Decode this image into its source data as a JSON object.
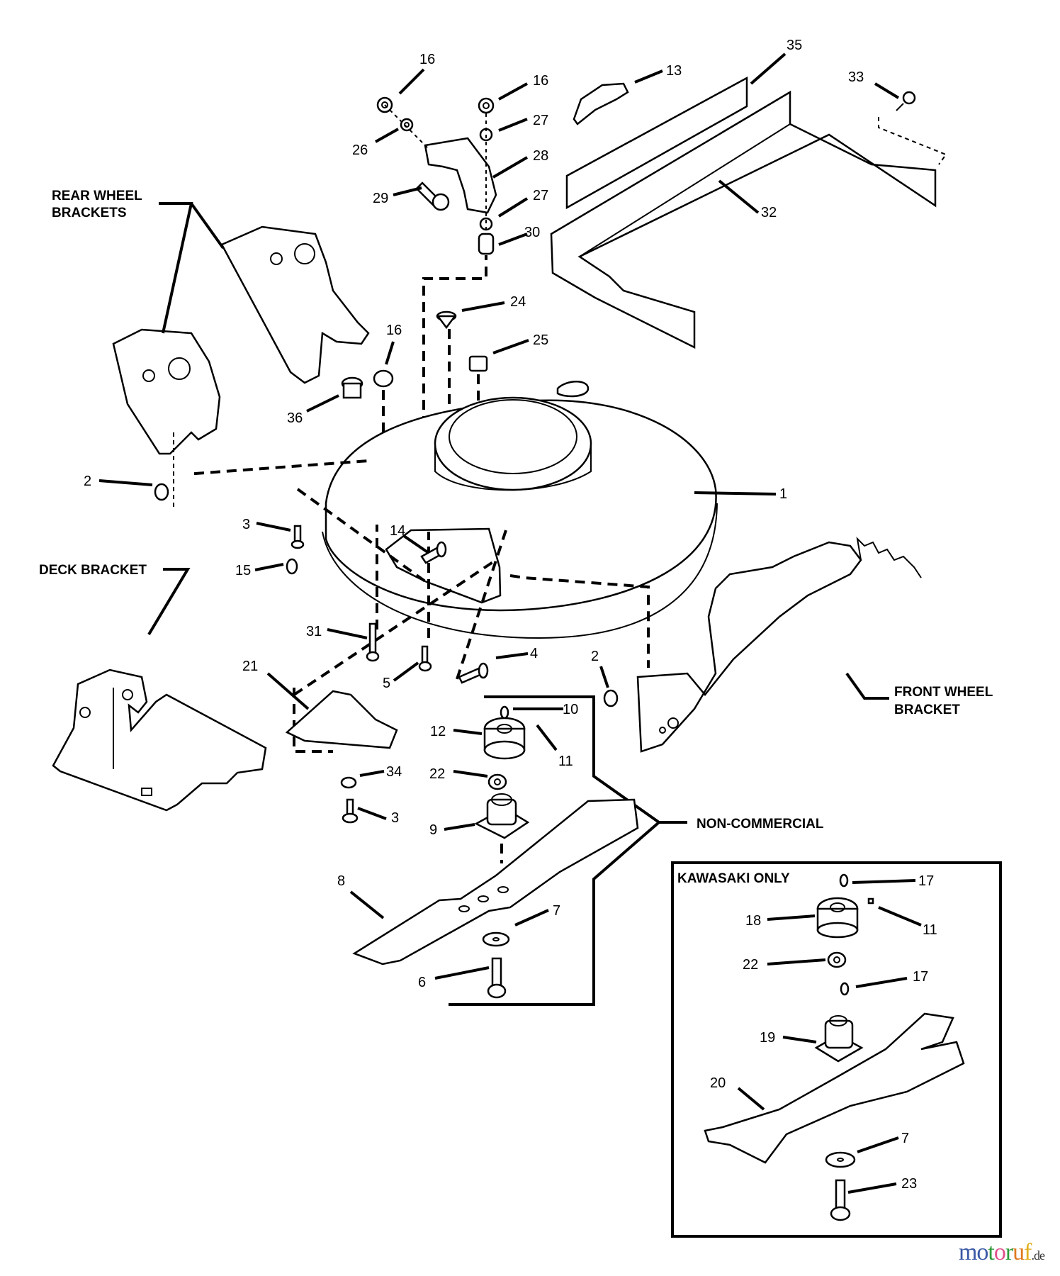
{
  "diagram": {
    "title": "Mower deck exploded parts diagram",
    "callouts": {
      "rear_wheel_brackets": [
        "REAR WHEEL",
        "BRACKETS"
      ],
      "deck_bracket": "DECK BRACKET",
      "front_wheel_bracket": [
        "FRONT WHEEL",
        "BRACKET"
      ],
      "non_commercial": "NON-COMMERCIAL",
      "kawasaki_only": "KAWASAKI ONLY"
    },
    "part_numbers": {
      "p16a": "16",
      "p26": "26",
      "p29": "29",
      "p16b": "16",
      "p27a": "27",
      "p28": "28",
      "p27b": "27",
      "p30": "30",
      "p13": "13",
      "p35": "35",
      "p33": "33",
      "p32": "32",
      "p24": "24",
      "p25": "25",
      "p16c": "16",
      "p36": "36",
      "p1": "1",
      "p2a": "2",
      "p3a": "3",
      "p15": "15",
      "p14": "14",
      "p31": "31",
      "p5": "5",
      "p4": "4",
      "p2b": "2",
      "p21": "21",
      "p10": "10",
      "p12": "12",
      "p11a": "11",
      "p22a": "22",
      "p34": "34",
      "p3b": "3",
      "p9": "9",
      "p8": "8",
      "p7a": "7",
      "p6": "6",
      "p17a": "17",
      "p18": "18",
      "p11b": "11",
      "p22b": "22",
      "p17b": "17",
      "p19": "19",
      "p20": "20",
      "p7b": "7",
      "p23": "23"
    }
  },
  "watermark": {
    "letters": [
      {
        "ch": "m",
        "color": "#3b5aa6"
      },
      {
        "ch": "o",
        "color": "#3b5aa6"
      },
      {
        "ch": "t",
        "color": "#2f9a3b"
      },
      {
        "ch": "o",
        "color": "#e0508c"
      },
      {
        "ch": "r",
        "color": "#2f9a3b"
      },
      {
        "ch": "u",
        "color": "#e07a20"
      },
      {
        "ch": "f",
        "color": "#e0b020"
      }
    ],
    "suffix": ".de"
  }
}
